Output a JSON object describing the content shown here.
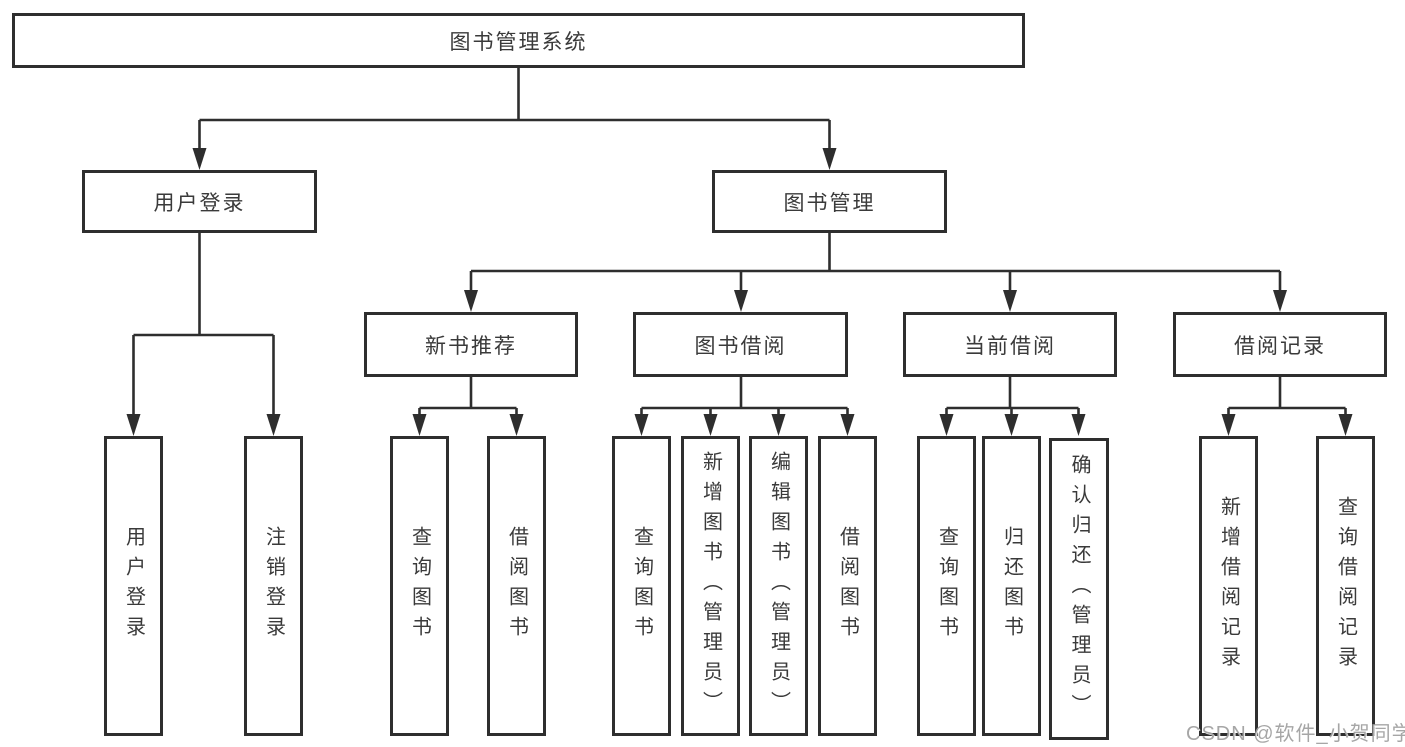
{
  "tree": {
    "label": "图书管理系统",
    "children": [
      {
        "label": "用户登录",
        "children": [
          {
            "label": "用户登录"
          },
          {
            "label": "注销登录"
          }
        ]
      },
      {
        "label": "图书管理",
        "children": [
          {
            "label": "新书推荐",
            "children": [
              {
                "label": "查询图书"
              },
              {
                "label": "借阅图书"
              }
            ]
          },
          {
            "label": "图书借阅",
            "children": [
              {
                "label": "查询图书"
              },
              {
                "label": "新增图书（管理员）"
              },
              {
                "label": "编辑图书（管理员）"
              },
              {
                "label": "借阅图书"
              }
            ]
          },
          {
            "label": "当前借阅",
            "children": [
              {
                "label": "查询图书"
              },
              {
                "label": "归还图书"
              },
              {
                "label": "确认归还（管理员）"
              }
            ]
          },
          {
            "label": "借阅记录",
            "children": [
              {
                "label": "新增借阅记录"
              },
              {
                "label": "查询借阅记录"
              }
            ]
          }
        ]
      }
    ]
  },
  "watermark": {
    "text": "CSDN @软件_小贺同学"
  },
  "colors": {
    "line": "#2e2e2e",
    "box_border": "#2e2e2e",
    "text": "#3a3a3a",
    "background": "#ffffff",
    "watermark": "#9e9e9e"
  }
}
